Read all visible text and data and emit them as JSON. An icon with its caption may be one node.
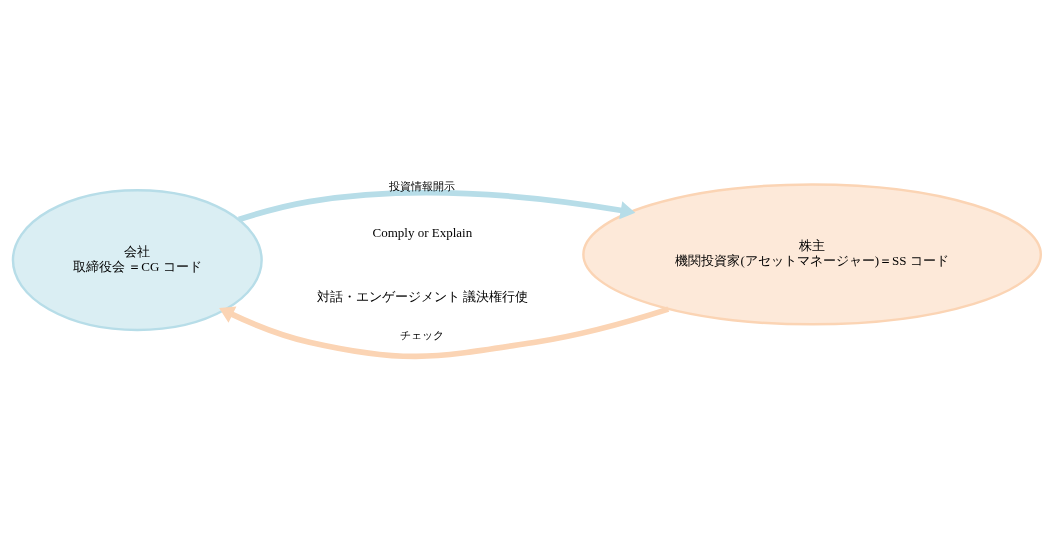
{
  "diagram": {
    "nodes": [
      {
        "text": [
          "会社",
          "取締役会 ＝CG コード"
        ]
      },
      {
        "text": [
          "株主",
          "機関投資家(アセットマネージャー)＝SS コード"
        ]
      }
    ],
    "edges": [
      {
        "from": 0,
        "to": 1,
        "arrow": "to",
        "label": "投資情報開示",
        "color": "#b7dde8"
      },
      {
        "from": 1,
        "to": 0,
        "arrow": "to",
        "label": "チェック",
        "color": "#fbd4b4"
      }
    ],
    "labels": [
      "Comply or Explain",
      "対話・エンゲージメント 議決権行使"
    ]
  }
}
